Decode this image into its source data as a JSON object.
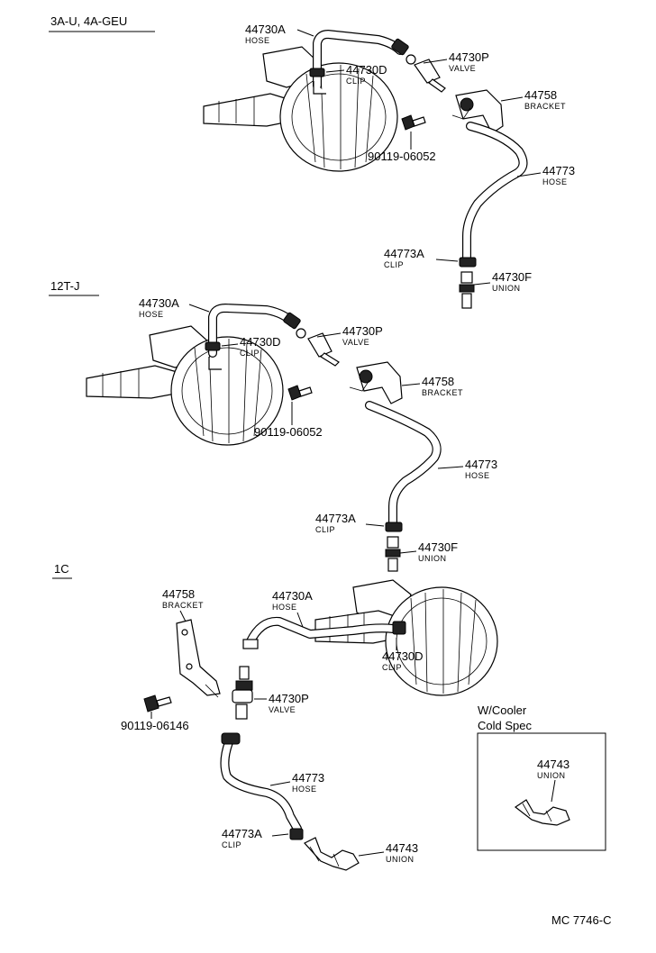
{
  "sections": [
    {
      "id": "s1",
      "title": "3A-U, 4A-GEU"
    },
    {
      "id": "s2",
      "title": "12T-J"
    },
    {
      "id": "s3",
      "title": "1C"
    }
  ],
  "callouts": {
    "s1": [
      {
        "part": "44730A",
        "name": "HOSE"
      },
      {
        "part": "44730D",
        "name": "CLIP"
      },
      {
        "part": "44730P",
        "name": "VALVE"
      },
      {
        "part": "44758",
        "name": "BRACKET"
      },
      {
        "part": "90119-06052",
        "name": ""
      },
      {
        "part": "44773",
        "name": "HOSE"
      },
      {
        "part": "44773A",
        "name": "CLIP"
      },
      {
        "part": "44730F",
        "name": "UNION"
      }
    ],
    "s2": [
      {
        "part": "44730A",
        "name": "HOSE"
      },
      {
        "part": "44730D",
        "name": "CLIP"
      },
      {
        "part": "44730P",
        "name": "VALVE"
      },
      {
        "part": "44758",
        "name": "BRACKET"
      },
      {
        "part": "90119-06052",
        "name": ""
      },
      {
        "part": "44773",
        "name": "HOSE"
      },
      {
        "part": "44773A",
        "name": "CLIP"
      },
      {
        "part": "44730F",
        "name": "UNION"
      }
    ],
    "s3": [
      {
        "part": "44758",
        "name": "BRACKET"
      },
      {
        "part": "44730A",
        "name": "HOSE"
      },
      {
        "part": "44730D",
        "name": "CLIP"
      },
      {
        "part": "90119-06146",
        "name": ""
      },
      {
        "part": "44730P",
        "name": "VALVE"
      },
      {
        "part": "44773",
        "name": "HOSE"
      },
      {
        "part": "44773A",
        "name": "CLIP"
      },
      {
        "part": "44743",
        "name": "UNION"
      }
    ]
  },
  "inset": {
    "title_line1": "W/Cooler",
    "title_line2": "Cold Spec",
    "part": "44743",
    "name": "UNION"
  },
  "figure_code": "MC  7746-C"
}
